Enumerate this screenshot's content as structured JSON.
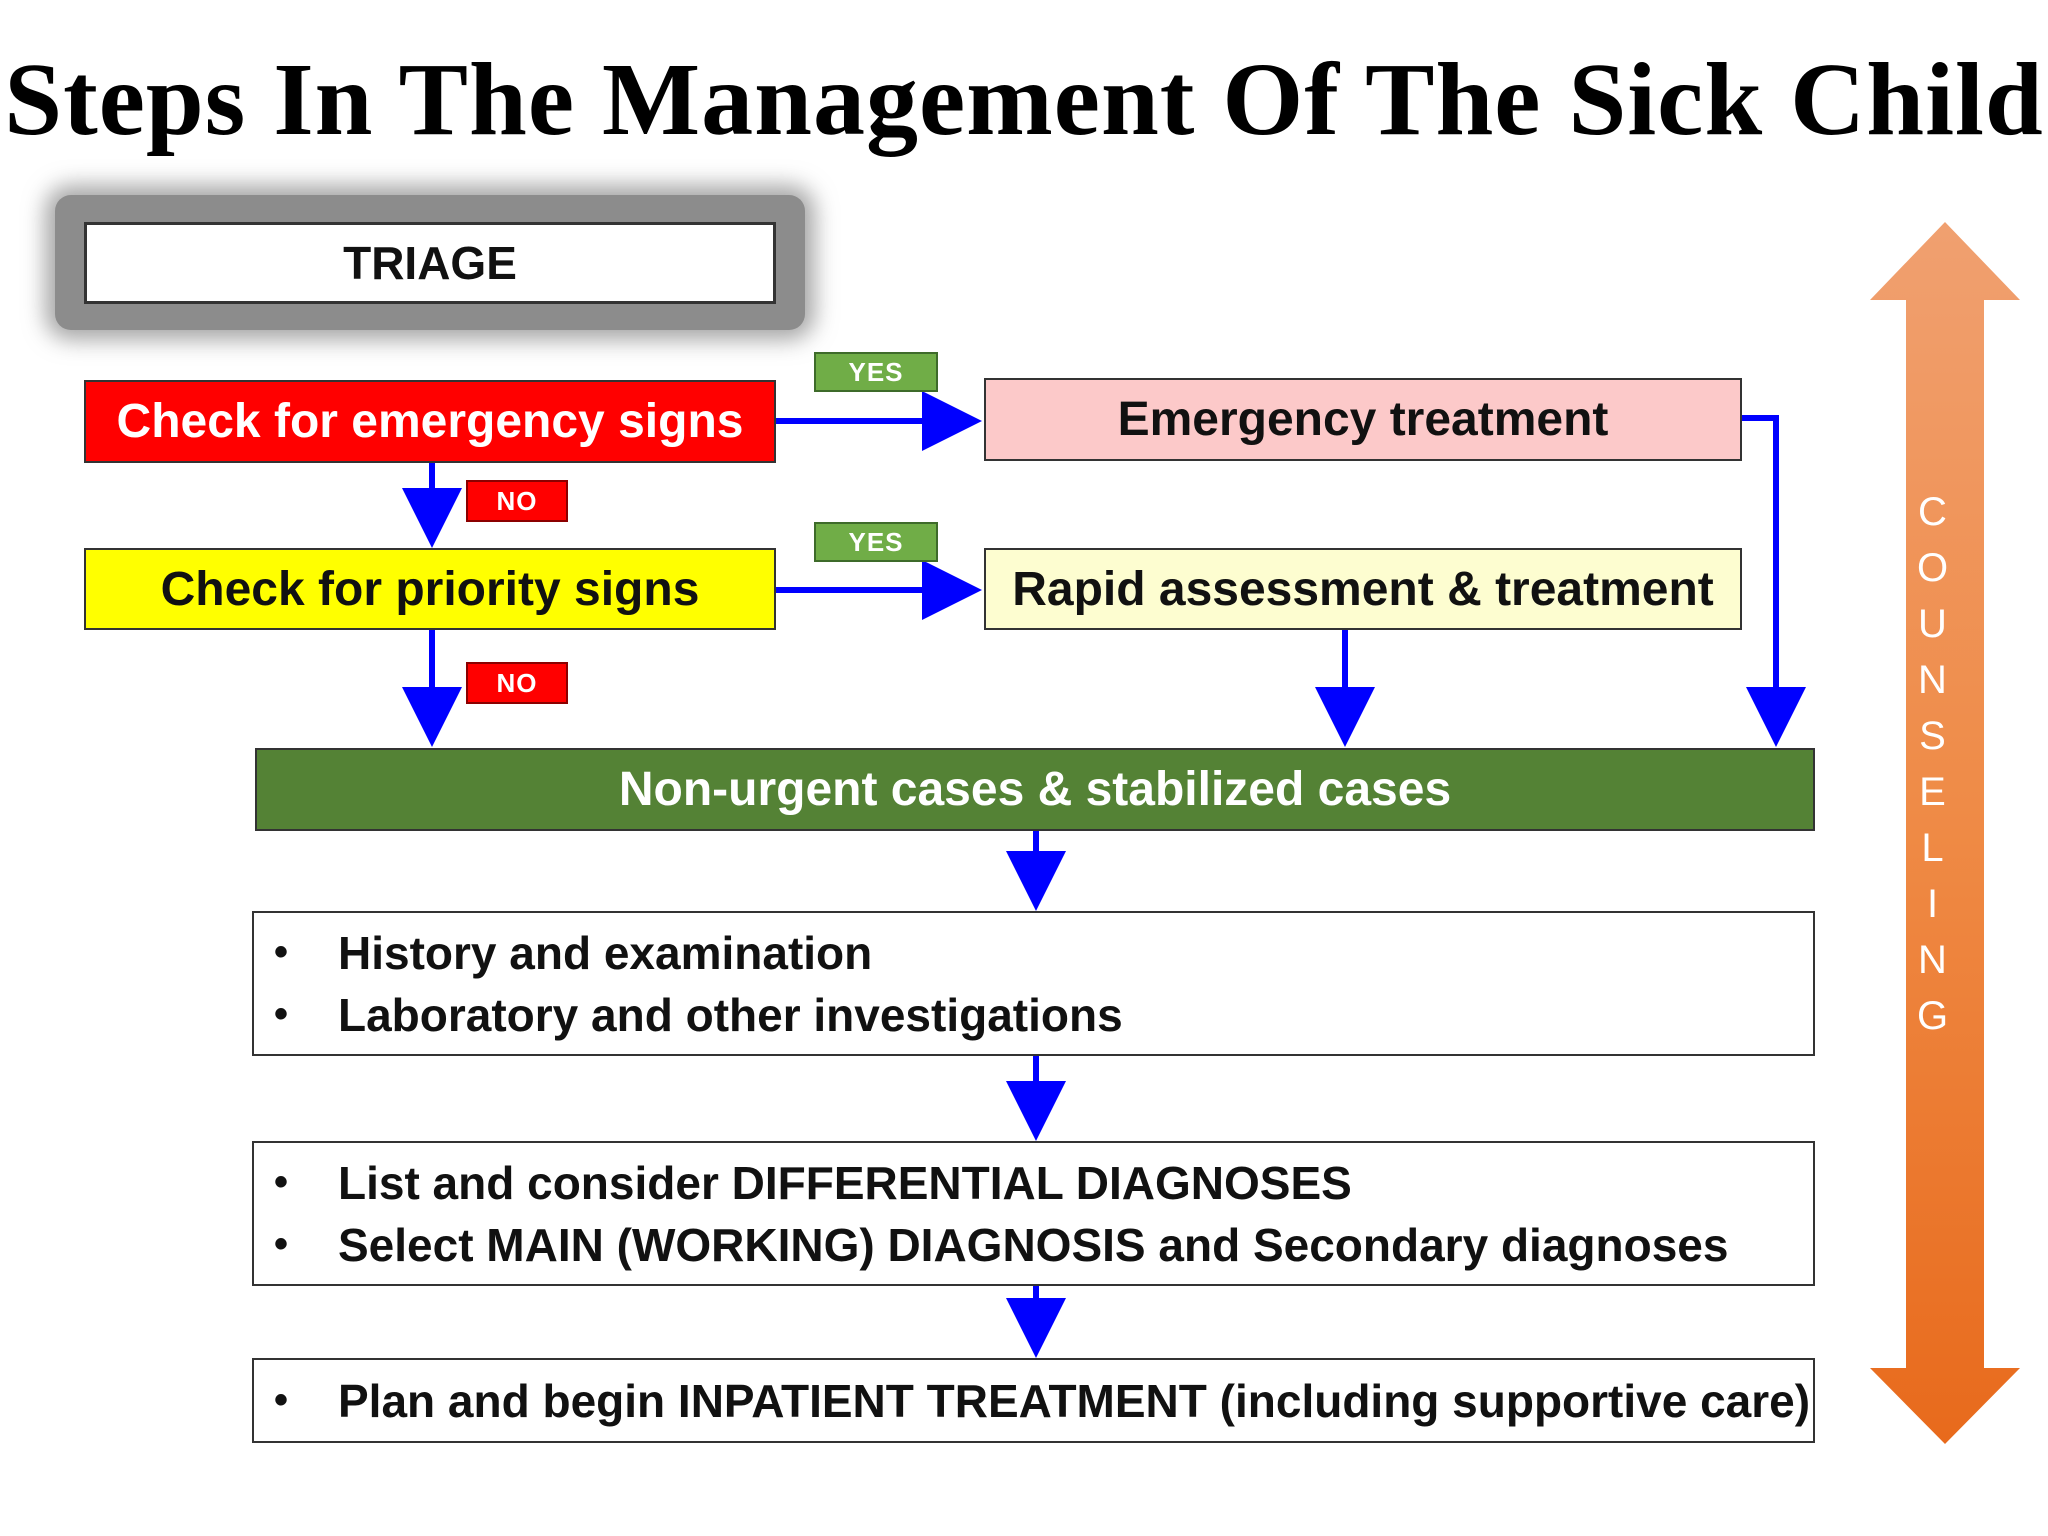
{
  "title": "Steps In The Management Of The Sick Child",
  "nodes": {
    "triage": "TRIAGE",
    "emergency_signs": "Check for emergency signs",
    "priority_signs": "Check for priority signs",
    "emergency_treatment": "Emergency treatment",
    "rapid_assessment": "Rapid assessment & treatment",
    "non_urgent": "Non-urgent cases & stabilized cases",
    "history_list": [
      "History and examination",
      "Laboratory and other investigations"
    ],
    "diagnosis_list": [
      "List and consider DIFFERENTIAL DIAGNOSES",
      "Select MAIN (WORKING) DIAGNOSIS and Secondary diagnoses"
    ],
    "plan_list": [
      "Plan and begin INPATIENT TREATMENT (including supportive care)"
    ]
  },
  "labels": {
    "yes": "YES",
    "no": "NO",
    "bullet": "•"
  },
  "side_arrow": {
    "label": "COUNSELING"
  },
  "colors": {
    "emergency_signs": "#ff0000",
    "priority_signs": "#ffff00",
    "emergency_treatment": "#fcc9c9",
    "rapid_assessment": "#fdfdd0",
    "non_urgent": "#548235",
    "yes_tag": "#70ad47",
    "no_tag": "#ff0000",
    "connector": "#0000ff",
    "counseling_arrow": "#ed7d31"
  }
}
